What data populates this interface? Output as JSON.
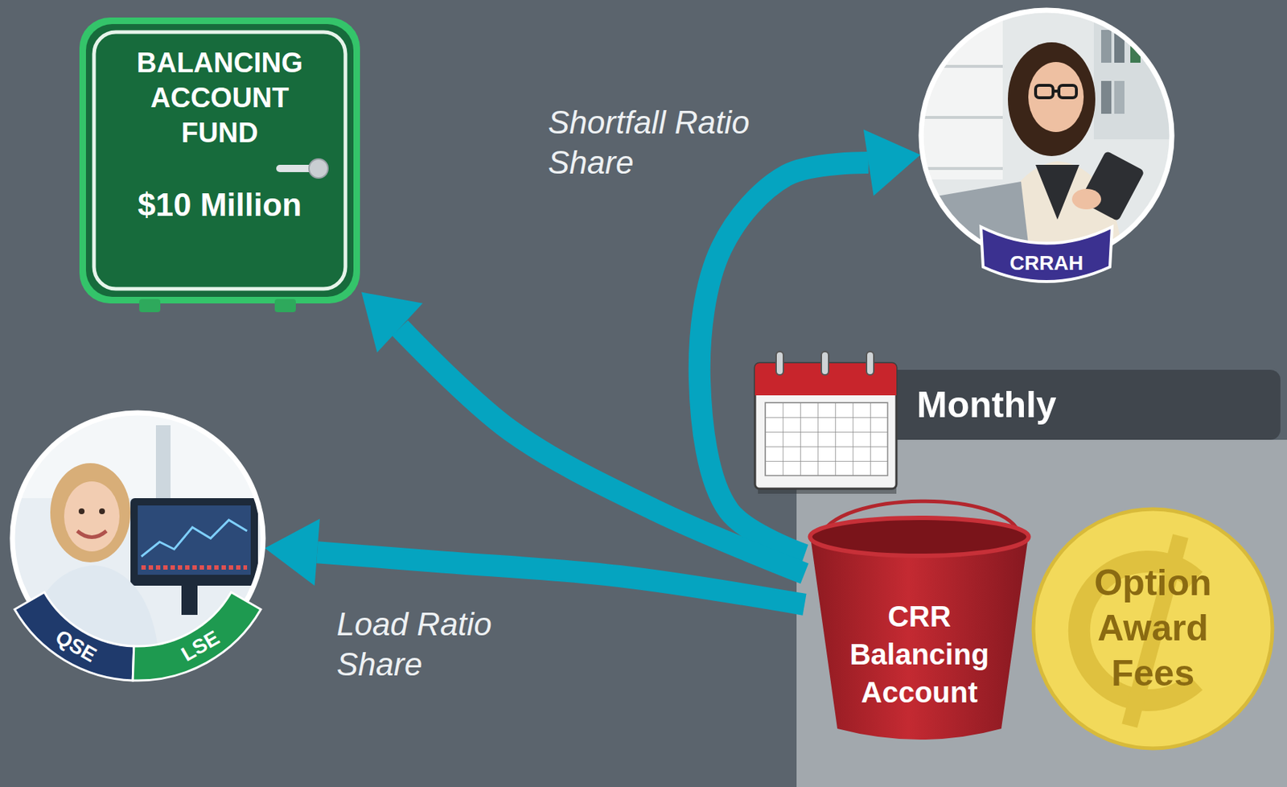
{
  "diagram": {
    "nodes": [
      {
        "text": [
          "BALANCING ACCOUNT FUND",
          "$10 Million"
        ]
      },
      {
        "text": [
          "CRRAH"
        ]
      },
      {
        "text": [
          "QSE",
          "LSE"
        ]
      },
      {
        "text": [
          "Monthly"
        ]
      },
      {
        "text": [
          "CRR Balancing Account"
        ],
        "in": 3
      },
      {
        "text": [
          "Option Award Fees"
        ],
        "in": 3
      }
    ],
    "edges": [
      {
        "from": 4,
        "to": 1,
        "label": "Shortfall Ratio Share",
        "arrow": "to"
      },
      {
        "from": 4,
        "to": 0,
        "arrow": "to"
      },
      {
        "from": 4,
        "to": 2,
        "label": "Load Ratio Share",
        "arrow": "to"
      }
    ]
  }
}
